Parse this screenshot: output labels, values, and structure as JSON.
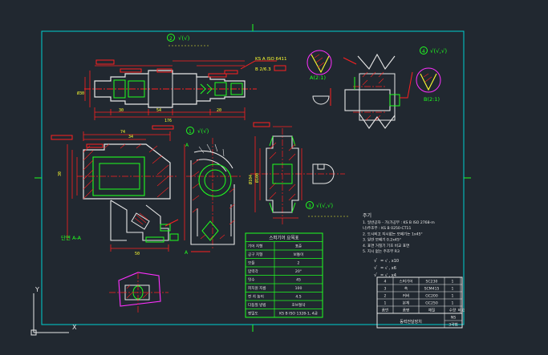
{
  "colors": {
    "background": "#212830",
    "frame": "#00d0d0",
    "outline": "#e8e8e8",
    "red": "#ff2020",
    "green": "#20ff20",
    "yellow": "#ffff30",
    "magenta": "#ff30ff",
    "cyan": "#00e0ff"
  },
  "ucs": {
    "y_label": "Y",
    "x_label": "X"
  },
  "callouts": {
    "view2": {
      "num": "2",
      "sym": "√(√)"
    },
    "view1": {
      "num": "1",
      "sym": "√(√)"
    },
    "view3": {
      "num": "3",
      "sym": "√(√,√)"
    },
    "view4": {
      "num": "4",
      "sym": "√(√,√)"
    }
  },
  "labels": {
    "detail_a": "A(2:1)",
    "detail_b": "B(2:1)",
    "section_aa": "단면 A-A",
    "section_mark_left": "A",
    "section_mark_bottom": "A",
    "shaft_key": "KS A ISO 6411",
    "shaft_key2": "B 2/6.3",
    "dim_74": "74",
    "dim_34": "34",
    "dim_30": "30",
    "dim_50": "50"
  },
  "gear_table": {
    "title": "스퍼기어 요목표",
    "rows": [
      [
        "기어 치형",
        "표준"
      ],
      [
        "공구 치형",
        "보통이"
      ],
      [
        "모듈",
        "2"
      ],
      [
        "압력각",
        "20°"
      ],
      [
        "잇수",
        "45"
      ],
      [
        "피치원 지름",
        "100"
      ],
      [
        "전 치 높이",
        "4.5"
      ],
      [
        "다듬질 방법",
        "호브절삭"
      ],
      [
        "정밀도",
        "KS B ISO 1328-1, 4급"
      ]
    ]
  },
  "notes": {
    "title": "주기",
    "lines": [
      "1. 일반공차 - 가)가공부 : KS B ISO 2768-m",
      "   나)주조부 : KS B 0250-CT11",
      "2. 도시되고 지시없는 모떼기는 1x45°",
      "3. 일반 모떼기 0.2x45°",
      "4. 표면 거칠기 기호 비교 표면",
      "5. 지시 없는 주조부 R3"
    ],
    "surface": [
      {
        "sym": "√",
        "eq": "= √ , x10"
      },
      {
        "sym": "√",
        "eq": "= √ , x6"
      },
      {
        "sym": "√",
        "eq": "= √ , x4"
      }
    ]
  },
  "parts_list": {
    "rows": [
      [
        "4",
        "스퍼기어",
        "SC230",
        "1",
        ""
      ],
      [
        "3",
        "축",
        "SCM415",
        "1",
        ""
      ],
      [
        "2",
        "커버",
        "GC200",
        "1",
        ""
      ],
      [
        "1",
        "본체",
        "GC250",
        "1",
        ""
      ],
      [
        "품번",
        "품명",
        "재질",
        "수량",
        "비고"
      ]
    ],
    "footer": {
      "title": "동력전달장치",
      "angle": "3각법",
      "scale": "NS"
    }
  }
}
